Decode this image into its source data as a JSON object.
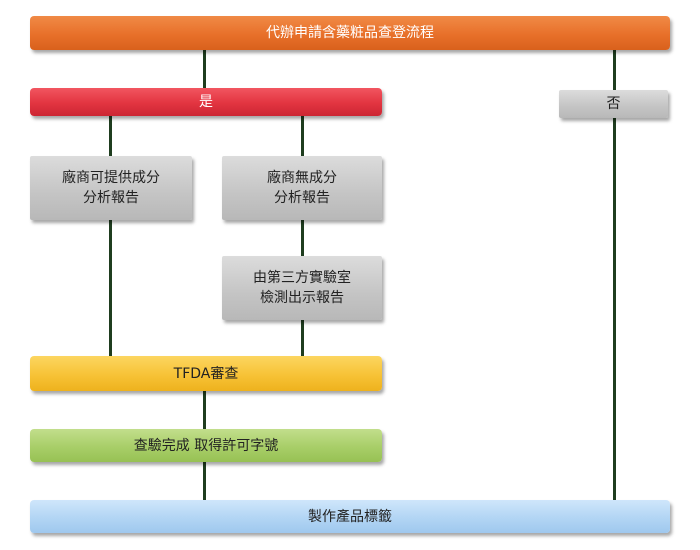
{
  "flowchart": {
    "title": "代辦申請含藥粧品查登流程",
    "yes_label": "是",
    "no_label": "否",
    "report_provided": [
      "廠商可提供成分",
      "分析報告"
    ],
    "no_report": [
      "廠商無成分",
      "分析報告"
    ],
    "third_party_lab": [
      "由第三方實驗室",
      "檢測出示報告"
    ],
    "tfda_review": "TFDA審查",
    "approval": "查驗完成 取得許可字號",
    "product_label": "製作產品標籤"
  },
  "colors": {
    "title_bar": "#e8702a",
    "yes_bar": "#e23440",
    "gray_box": "#c4c4c4",
    "tfda_bar": "#f7c236",
    "approval_bar": "#a8ce68",
    "label_bar": "#b2d5f4",
    "connector": "#1f3d1f"
  }
}
